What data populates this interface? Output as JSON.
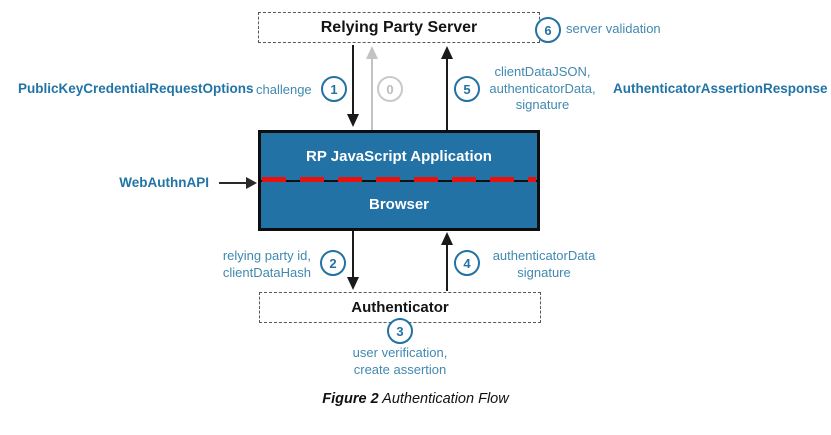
{
  "boxes": {
    "server": "Relying Party Server",
    "app": "RP JavaScript Application",
    "browser": "Browser",
    "authenticator": "Authenticator"
  },
  "steps": {
    "s0": "0",
    "s1": "1",
    "s2": "2",
    "s3": "3",
    "s4": "4",
    "s5": "5",
    "s6": "6"
  },
  "labels": {
    "public_key_options": "PublicKeyCredentialRequestOptions",
    "challenge": "challenge",
    "client_data_lines": [
      "clientDataJSON,",
      "authenticatorData,",
      "signature"
    ],
    "assertion_response": "AuthenticatorAssertionResponse",
    "server_validation": "server validation",
    "webauthn_api": "WebAuthnAPI",
    "relying_party_lines": [
      "relying party id,",
      "clientDataHash"
    ],
    "authenticator_data_lines": [
      "authenticatorData",
      "signature"
    ],
    "user_verification_lines": [
      "user verification,",
      "create assertion"
    ]
  },
  "caption": {
    "prefix": "Figure 2",
    "text": " Authentication Flow"
  },
  "colors": {
    "box_fill": "#2272a6",
    "accent_blue": "#2471a3",
    "label_blue": "#4189b0",
    "red_dash": "#e8110e",
    "inactive_gray": "#c3c3c3"
  }
}
